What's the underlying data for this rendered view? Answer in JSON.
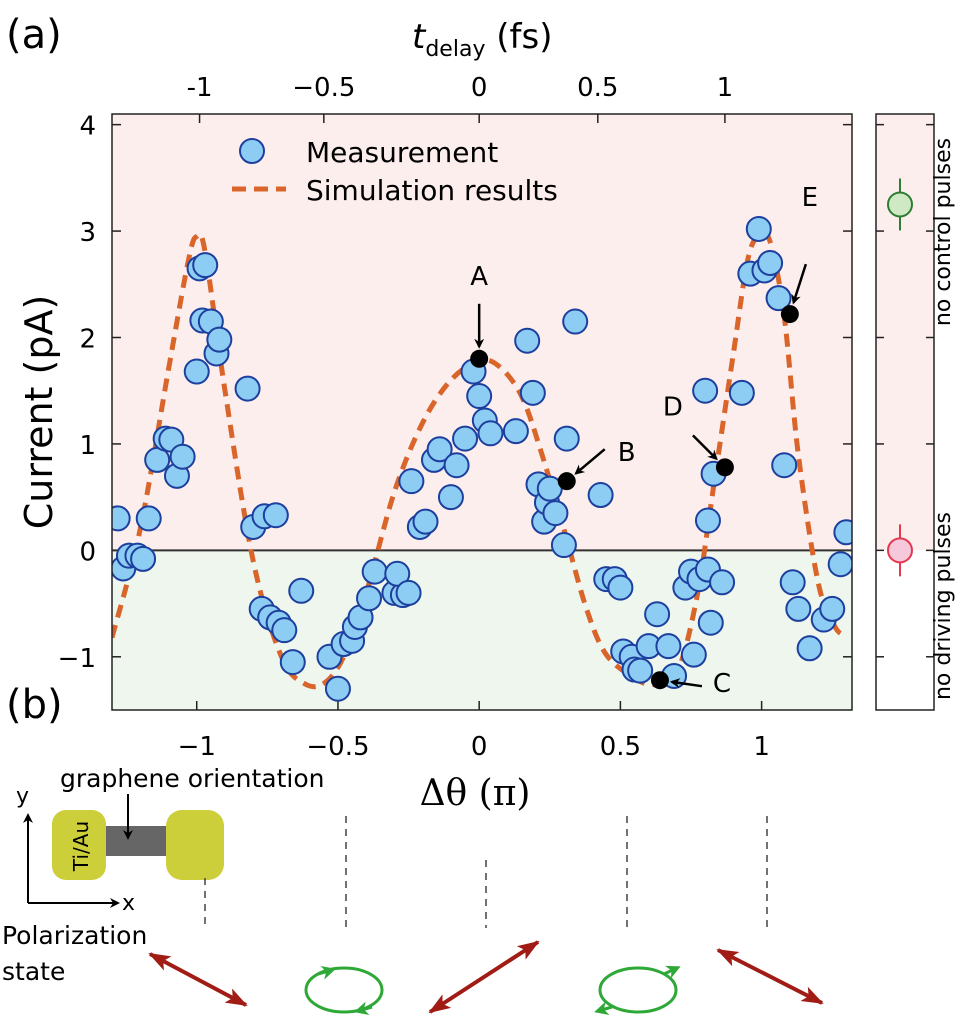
{
  "panel_labels": {
    "a": "(a)",
    "b": "(b)"
  },
  "axes": {
    "top_label_main": "t",
    "top_label_sub": "delay",
    "top_label_unit": " (fs)",
    "ylabel": "Current (pA)",
    "xlabel": "Δθ (π)"
  },
  "legend": {
    "measurement": "Measurement",
    "simulation": "Simulation results"
  },
  "side_panel": {
    "upper_label": "no control pulses",
    "lower_label": "no driving pulses",
    "upper_value": 3.25,
    "lower_value": 0.0,
    "upper_color": "#2e7d32",
    "lower_color": "#e53950"
  },
  "annotations": {
    "A": "A",
    "B": "B",
    "C": "C",
    "D": "D",
    "E": "E"
  },
  "inset": {
    "orientation_label": "graphene orientation",
    "electrode_label": "Ti/Au",
    "axis_x": "x",
    "axis_y": "y",
    "polarization_label_1": "Polarization",
    "polarization_label_2": "state"
  },
  "colors": {
    "positive_region": "#fdeeee",
    "negative_region": "#eef6ee",
    "marker_fill": "#8ecdf3",
    "marker_edge": "#1d3f9e",
    "simulation": "#d9652b",
    "arrow_red": "#a01c14",
    "arrow_green": "#2ea836",
    "electrode": "#cdcf3a"
  },
  "chart_data": {
    "type": "scatter",
    "xlabel": "Δθ (π)",
    "ylabel": "Current (pA)",
    "xlim": [
      -1.3,
      1.32
    ],
    "ylim": [
      -1.5,
      4.1
    ],
    "x_ticks": [
      -1,
      -0.5,
      0,
      0.5,
      1
    ],
    "x_tick_labels": [
      "−1",
      "−0.5",
      "0",
      "0.5",
      "1"
    ],
    "y_ticks": [
      -1,
      0,
      1,
      2,
      3,
      4
    ],
    "y_tick_labels": [
      "−1",
      "0",
      "1",
      "2",
      "3",
      "4"
    ],
    "top_axis": {
      "label": "t_delay (fs)",
      "ticks_in_pi": [
        -0.99,
        -0.55,
        0,
        0.42,
        0.87
      ],
      "tick_labels": [
        "-1",
        "−0.5",
        "0",
        "0.5",
        "1"
      ]
    },
    "series": [
      {
        "name": "Measurement",
        "points": [
          [
            -1.28,
            0.3
          ],
          [
            -1.26,
            -0.17
          ],
          [
            -1.24,
            -0.05
          ],
          [
            -1.21,
            -0.05
          ],
          [
            -1.19,
            -0.08
          ],
          [
            -1.17,
            0.3
          ],
          [
            -1.14,
            0.85
          ],
          [
            -1.11,
            1.05
          ],
          [
            -1.09,
            1.04
          ],
          [
            -1.07,
            0.7
          ],
          [
            -1.05,
            0.88
          ],
          [
            -1.0,
            1.68
          ],
          [
            -0.99,
            2.65
          ],
          [
            -0.97,
            2.68
          ],
          [
            -0.98,
            2.16
          ],
          [
            -0.95,
            2.15
          ],
          [
            -0.93,
            1.85
          ],
          [
            -0.92,
            1.98
          ],
          [
            -0.82,
            1.52
          ],
          [
            -0.8,
            0.22
          ],
          [
            -0.76,
            0.32
          ],
          [
            -0.72,
            0.33
          ],
          [
            -0.77,
            -0.55
          ],
          [
            -0.74,
            -0.63
          ],
          [
            -0.71,
            -0.68
          ],
          [
            -0.69,
            -0.75
          ],
          [
            -0.66,
            -1.05
          ],
          [
            -0.63,
            -0.38
          ],
          [
            -0.53,
            -1.0
          ],
          [
            -0.5,
            -1.3
          ],
          [
            -0.48,
            -0.88
          ],
          [
            -0.45,
            -0.85
          ],
          [
            -0.44,
            -0.72
          ],
          [
            -0.42,
            -0.63
          ],
          [
            -0.39,
            -0.45
          ],
          [
            -0.37,
            -0.2
          ],
          [
            -0.3,
            -0.4
          ],
          [
            -0.27,
            -0.42
          ],
          [
            -0.29,
            -0.22
          ],
          [
            -0.25,
            -0.4
          ],
          [
            -0.24,
            0.65
          ],
          [
            -0.21,
            0.22
          ],
          [
            -0.19,
            0.27
          ],
          [
            -0.16,
            0.85
          ],
          [
            -0.14,
            0.95
          ],
          [
            -0.1,
            0.5
          ],
          [
            -0.08,
            0.8
          ],
          [
            -0.05,
            1.05
          ],
          [
            -0.02,
            1.68
          ],
          [
            0.0,
            1.45
          ],
          [
            0.02,
            1.22
          ],
          [
            0.04,
            1.1
          ],
          [
            0.13,
            1.12
          ],
          [
            0.17,
            1.97
          ],
          [
            0.19,
            1.48
          ],
          [
            0.21,
            0.62
          ],
          [
            0.23,
            0.27
          ],
          [
            0.24,
            0.45
          ],
          [
            0.25,
            0.58
          ],
          [
            0.27,
            0.35
          ],
          [
            0.3,
            0.05
          ],
          [
            0.31,
            1.05
          ],
          [
            0.34,
            2.15
          ],
          [
            0.43,
            0.52
          ],
          [
            0.45,
            -0.27
          ],
          [
            0.48,
            -0.27
          ],
          [
            0.5,
            -0.35
          ],
          [
            0.51,
            -0.95
          ],
          [
            0.54,
            -1.0
          ],
          [
            0.55,
            -1.12
          ],
          [
            0.57,
            -1.13
          ],
          [
            0.6,
            -0.9
          ],
          [
            0.63,
            -0.6
          ],
          [
            0.67,
            -0.9
          ],
          [
            0.69,
            -1.18
          ],
          [
            0.73,
            -0.35
          ],
          [
            0.75,
            -0.2
          ],
          [
            0.76,
            -0.98
          ],
          [
            0.78,
            -0.27
          ],
          [
            0.81,
            -0.18
          ],
          [
            0.8,
            1.5
          ],
          [
            0.81,
            0.28
          ],
          [
            0.83,
            0.72
          ],
          [
            0.82,
            -0.68
          ],
          [
            0.86,
            -0.3
          ],
          [
            0.93,
            1.48
          ],
          [
            0.96,
            2.6
          ],
          [
            0.99,
            3.02
          ],
          [
            1.01,
            2.63
          ],
          [
            1.03,
            2.7
          ],
          [
            1.06,
            2.37
          ],
          [
            1.08,
            0.8
          ],
          [
            1.11,
            -0.3
          ],
          [
            1.13,
            -0.55
          ],
          [
            1.17,
            -0.92
          ],
          [
            1.22,
            -0.65
          ],
          [
            1.25,
            -0.55
          ],
          [
            1.28,
            -0.13
          ],
          [
            1.3,
            0.17
          ]
        ]
      },
      {
        "name": "Simulation results",
        "model": "piecewise-cubic through control points",
        "control_points": [
          [
            -1.3,
            -0.82
          ],
          [
            -1.2,
            0.2
          ],
          [
            -1.1,
            1.7
          ],
          [
            -1.03,
            2.72
          ],
          [
            -1.0,
            2.95
          ],
          [
            -0.97,
            2.8
          ],
          [
            -0.9,
            1.5
          ],
          [
            -0.8,
            -0.1
          ],
          [
            -0.7,
            -1.0
          ],
          [
            -0.62,
            -1.25
          ],
          [
            -0.55,
            -1.25
          ],
          [
            -0.48,
            -1.0
          ],
          [
            -0.4,
            -0.4
          ],
          [
            -0.3,
            0.55
          ],
          [
            -0.2,
            1.2
          ],
          [
            -0.1,
            1.6
          ],
          [
            0.0,
            1.78
          ],
          [
            0.07,
            1.73
          ],
          [
            0.15,
            1.45
          ],
          [
            0.22,
            0.92
          ],
          [
            0.3,
            0.2
          ],
          [
            0.38,
            -0.55
          ],
          [
            0.45,
            -0.98
          ],
          [
            0.55,
            -1.2
          ],
          [
            0.62,
            -1.26
          ],
          [
            0.7,
            -1.15
          ],
          [
            0.77,
            -0.45
          ],
          [
            0.83,
            0.6
          ],
          [
            0.9,
            1.85
          ],
          [
            0.95,
            2.72
          ],
          [
            0.99,
            2.96
          ],
          [
            1.03,
            2.9
          ],
          [
            1.08,
            2.2
          ],
          [
            1.13,
            0.9
          ],
          [
            1.2,
            -0.3
          ],
          [
            1.26,
            -0.72
          ],
          [
            1.3,
            -0.8
          ]
        ]
      }
    ],
    "marked_points": [
      {
        "label": "A",
        "x": 0.0,
        "y": 1.8
      },
      {
        "label": "B",
        "x": 0.31,
        "y": 0.65
      },
      {
        "label": "C",
        "x": 0.64,
        "y": -1.22
      },
      {
        "label": "D",
        "x": 0.87,
        "y": 0.78
      },
      {
        "label": "E",
        "x": 1.1,
        "y": 2.22
      }
    ]
  }
}
